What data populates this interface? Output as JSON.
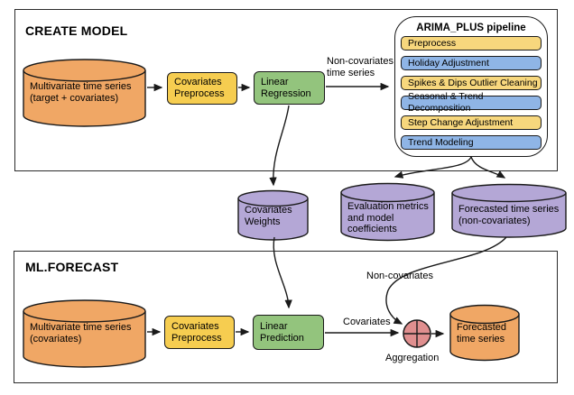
{
  "colors": {
    "orange": "#F0A765",
    "purple": "#B4A7D6",
    "green": "#93C47D",
    "yellow_box": "#F6CD50",
    "yellow_step": "#F7D77D",
    "blue_step": "#8FB5E6",
    "pink": "#E08F8F",
    "stroke": "#1a1a1a"
  },
  "create_model": {
    "title": "CREATE MODEL",
    "source_label": "Multivariate time series\n(target + covariates)",
    "preprocess_label": "Covariates\nPreprocess",
    "regression_label": "Linear\nRegression",
    "edge_label": "Non-covariates\ntime series",
    "pipeline": {
      "title": "ARIMA_PLUS pipeline",
      "steps": [
        {
          "label": "Preprocess",
          "color": "#F7D77D"
        },
        {
          "label": "Holiday Adjustment",
          "color": "#8FB5E6"
        },
        {
          "label": "Spikes & Dips Outlier Cleaning",
          "color": "#F7D77D"
        },
        {
          "label": "Seasonal & Trend Decomposition",
          "color": "#8FB5E6"
        },
        {
          "label": "Step Change Adjustment",
          "color": "#F7D77D"
        },
        {
          "label": "Trend Modeling",
          "color": "#8FB5E6"
        }
      ]
    }
  },
  "outputs": {
    "covariates_weights": "Covariates\nWeights",
    "evaluation_metrics": "Evaluation metrics\nand model\ncoefficients",
    "forecast_noncovariates": "Forecasted time series\n(non-covariates)"
  },
  "ml_forecast": {
    "title": "ML.FORECAST",
    "source_label": "Multivariate time series\n(covariates)",
    "preprocess_label": "Covariates\nPreprocess",
    "prediction_label": "Linear\nPrediction",
    "covariates_edge_label": "Covariates",
    "noncovariates_edge_label": "Non-covariates",
    "aggregation_label": "Aggregation",
    "output_label": "Forecasted\ntime series"
  }
}
